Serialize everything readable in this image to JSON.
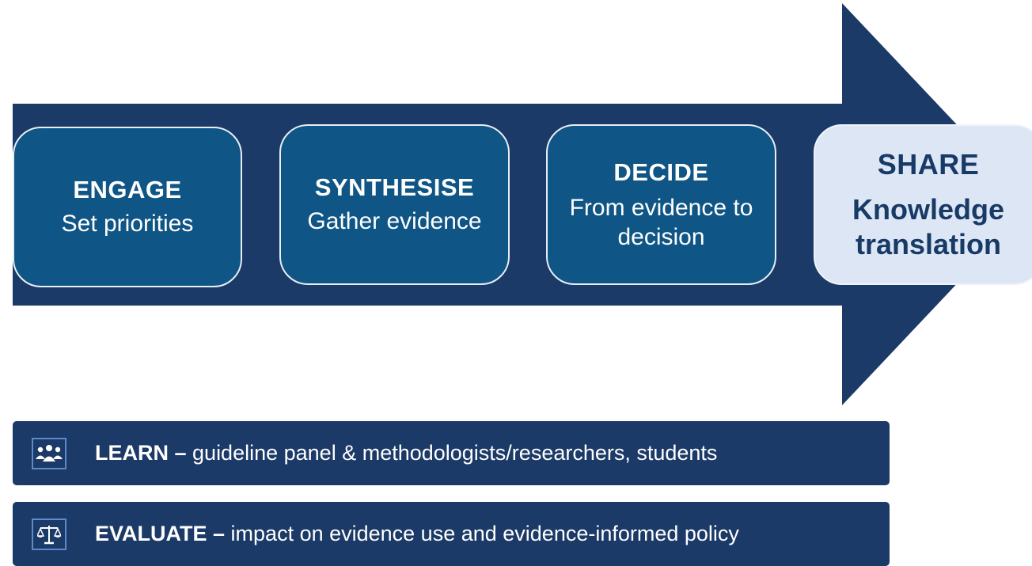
{
  "colors": {
    "arrow": "#1b3a67",
    "step_box": "#0f5585",
    "share_box": "#dde6f4",
    "share_text": "#173a66",
    "bar": "#1b3a67"
  },
  "steps": [
    {
      "title": "ENGAGE",
      "subtitle": "Set priorities"
    },
    {
      "title": "SYNTHESISE",
      "subtitle": "Gather evidence"
    },
    {
      "title": "DECIDE",
      "subtitle": "From evidence to decision"
    },
    {
      "title": "SHARE",
      "subtitle": "Knowledge translation"
    }
  ],
  "bars": [
    {
      "icon": "people-group-icon",
      "label": "LEARN –",
      "text": "guideline panel & methodologists/researchers, students"
    },
    {
      "icon": "balance-scale-icon",
      "label": "EVALUATE –",
      "text": "impact on evidence use and evidence-informed policy"
    }
  ]
}
